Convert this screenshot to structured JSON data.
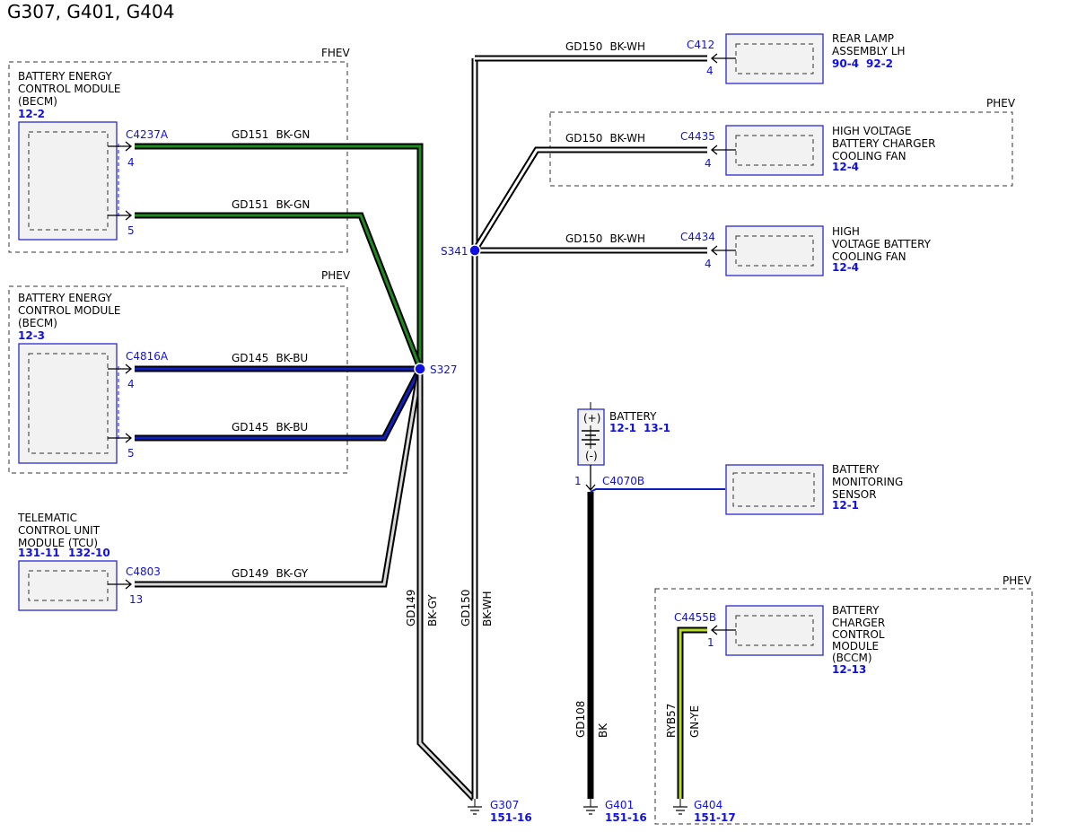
{
  "title": "G307, G401, G404",
  "zones": {
    "fhev": "FHEV",
    "phev": "PHEV"
  },
  "components": {
    "becm_fhev": {
      "lines": [
        "BATTERY ENERGY",
        "CONTROL MODULE",
        "(BECM)"
      ],
      "ref": "12-2"
    },
    "becm_phev": {
      "lines": [
        "BATTERY ENERGY",
        "CONTROL MODULE",
        "(BECM)"
      ],
      "ref": "12-3"
    },
    "tcu": {
      "lines": [
        "TELEMATIC",
        "CONTROL UNIT",
        "MODULE (TCU)"
      ],
      "ref1": "131-11",
      "ref2": "132-10"
    },
    "rear_lamp": {
      "lines": [
        "REAR LAMP",
        "ASSEMBLY LH"
      ],
      "ref1": "90-4",
      "ref2": "92-2"
    },
    "hv_charger_fan": {
      "lines": [
        "HIGH VOLTAGE",
        "BATTERY CHARGER",
        "COOLING FAN"
      ],
      "ref": "12-4"
    },
    "hv_battery_fan": {
      "lines": [
        "HIGH",
        "VOLTAGE BATTERY",
        "COOLING FAN"
      ],
      "ref": "12-4"
    },
    "battery": {
      "label": "BATTERY",
      "ref1": "12-1",
      "ref2": "13-1",
      "plus": "(+)",
      "minus": "(-)"
    },
    "bms": {
      "lines": [
        "BATTERY",
        "MONITORING",
        "SENSOR"
      ],
      "ref": "12-1"
    },
    "bccm": {
      "lines": [
        "BATTERY",
        "CHARGER",
        "CONTROL",
        "MODULE",
        "(BCCM)"
      ],
      "ref": "12-13"
    }
  },
  "connectors": {
    "c4237a": {
      "id": "C4237A",
      "pin_a": "4",
      "pin_b": "5"
    },
    "c4816a": {
      "id": "C4816A",
      "pin_a": "4",
      "pin_b": "5"
    },
    "c4803": {
      "id": "C4803",
      "pin": "13"
    },
    "c412": {
      "id": "C412",
      "pin": "4"
    },
    "c4435": {
      "id": "C4435",
      "pin": "4"
    },
    "c4434": {
      "id": "C4434",
      "pin": "4"
    },
    "c4070b": {
      "id": "C4070B",
      "pin": "1"
    },
    "c4455b": {
      "id": "C4455B",
      "pin": "1"
    }
  },
  "wires": {
    "gd151": {
      "circuit": "GD151",
      "color": "BK-GN"
    },
    "gd145": {
      "circuit": "GD145",
      "color": "BK-BU"
    },
    "gd149": {
      "circuit": "GD149",
      "color": "BK-GY"
    },
    "gd150": {
      "circuit": "GD150",
      "color": "BK-WH"
    },
    "gd108": {
      "circuit": "GD108",
      "color": "BK"
    },
    "ryb57": {
      "circuit": "RYB57",
      "color": "GN-YE"
    }
  },
  "splices": {
    "s327": "S327",
    "s341": "S341"
  },
  "grounds": {
    "g307": {
      "id": "G307",
      "ref": "151-16"
    },
    "g401": {
      "id": "G401",
      "ref": "151-16"
    },
    "g404": {
      "id": "G404",
      "ref": "151-17"
    }
  },
  "colors": {
    "bk_gn": "#1f8a1f",
    "bk_bu": "#1020c0",
    "bk_gy": "#d8d8d8",
    "bk_wh": "#ffffff",
    "gn_ye": "#b8e020",
    "connector_blue": "#1010e0"
  }
}
